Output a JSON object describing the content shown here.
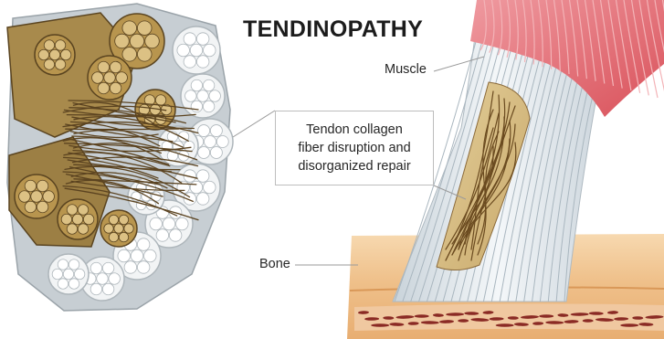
{
  "title": "TENDINOPATHY",
  "labels": {
    "muscle": "Muscle",
    "bone": "Bone",
    "callout": "Tendon collagen\nfiber disruption and\ndisorganized repair"
  },
  "colors": {
    "muscle": "#e0626a",
    "tendon": "#e8eef2",
    "damaged_fiber": "#8b6a3a",
    "bone": "#f1c48e",
    "marrow": "#8a2a24",
    "bundle": "#a88a4c"
  }
}
